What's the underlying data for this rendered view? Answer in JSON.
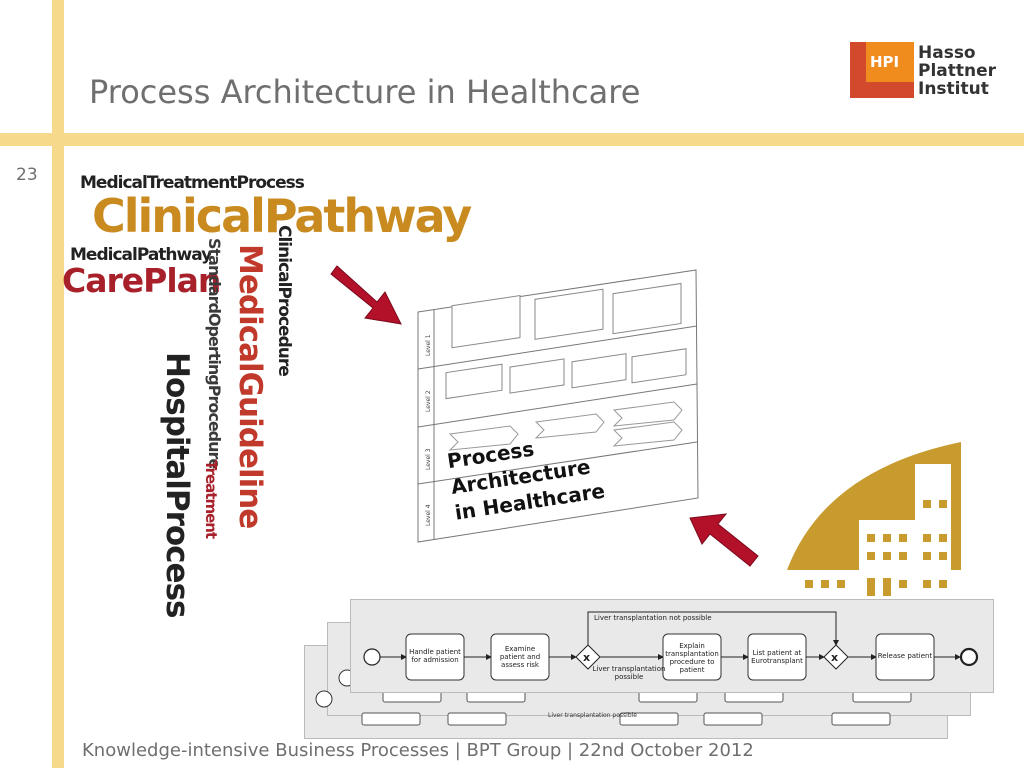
{
  "slide": {
    "title": "Process Architecture in Healthcare",
    "page_number": "23",
    "footer": "Knowledge-intensive Business Processes | BPT Group | 22nd October 2012"
  },
  "logo": {
    "abbr": "HPI",
    "line1": "Hasso",
    "line2": "Plattner",
    "line3": "Institut"
  },
  "word_cloud": {
    "w1": "MedicalTreatmentProcess",
    "w2": "ClinicalPathway",
    "w3": "MedicalPathway",
    "w4": "CarePlan",
    "w5": "StandardOpertingProcedure",
    "w6": "MedicalGuideline",
    "w7": "ClinicalProcedure",
    "w8": "HospitalProcess",
    "w9": "Treatment"
  },
  "architecture": {
    "levels": [
      "Level 1",
      "Level 2",
      "Level 3",
      "Level 4"
    ],
    "caption_l1": "Process",
    "caption_l2": "Architecture",
    "caption_l3": "in Healthcare"
  },
  "process_model": {
    "top_flow_label": "Liver transplantation not possible",
    "task1": "Handle patient for admission",
    "task2": "Examine patient and assess risk",
    "task3": "Explain transplantation procedure to patient",
    "task4": "List patient at Eurotransplant",
    "task5": "Release patient",
    "flow_label": "Liver transplantation possible",
    "back_label": "Liver transplantation possible"
  },
  "colors": {
    "accent_bar": "#f6d98a",
    "hpi_red": "#d3492e",
    "hpi_orange": "#ef8c1d",
    "gold": "#c79b2e",
    "arrow_red": "#b3102a"
  }
}
